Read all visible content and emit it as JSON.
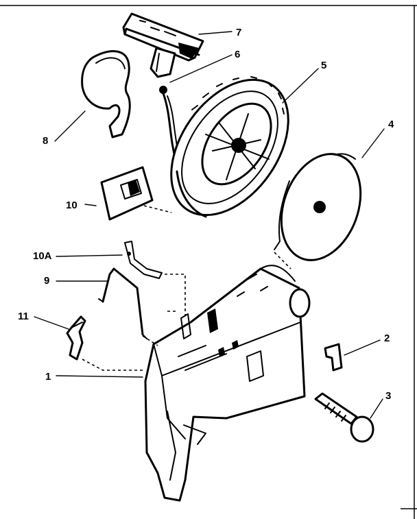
{
  "diagram": {
    "parts": [
      {
        "id": "1",
        "label": "1"
      },
      {
        "id": "2",
        "label": "2"
      },
      {
        "id": "3",
        "label": "3"
      },
      {
        "id": "4",
        "label": "4"
      },
      {
        "id": "5",
        "label": "5"
      },
      {
        "id": "6",
        "label": "6"
      },
      {
        "id": "7",
        "label": "7"
      },
      {
        "id": "8",
        "label": "8"
      },
      {
        "id": "9",
        "label": "9"
      },
      {
        "id": "10",
        "label": "10"
      },
      {
        "id": "10A",
        "label": "10A"
      },
      {
        "id": "11",
        "label": "11"
      }
    ]
  }
}
